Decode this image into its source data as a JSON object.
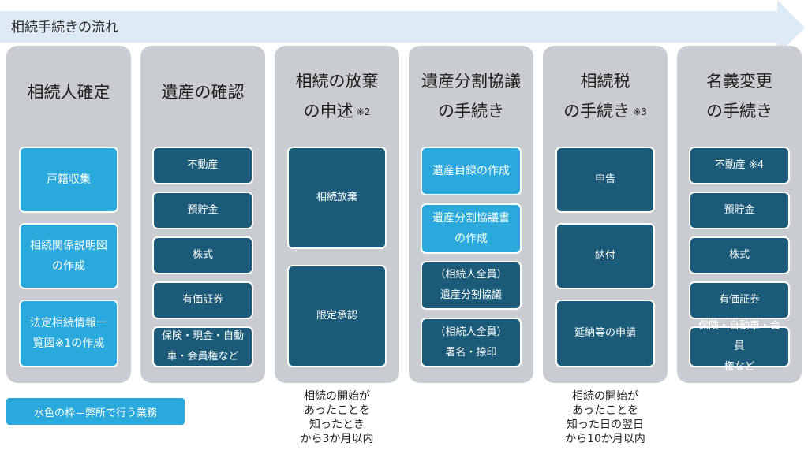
{
  "header": {
    "title": "相続手続きの流れ"
  },
  "legend": {
    "label": "水色の枠＝弊所で行う業務"
  },
  "columns": [
    {
      "title": "相続人確定",
      "note": "",
      "items": [
        {
          "label": "戸籍収集",
          "type": "office"
        },
        {
          "label": "相続関係説明図\nの作成",
          "type": "office"
        },
        {
          "label": "法定相続情報一\n覧図※1の作成",
          "type": "office"
        }
      ]
    },
    {
      "title": "遺産の確認",
      "note": "",
      "items": [
        {
          "label": "不動産",
          "type": "dark"
        },
        {
          "label": "預貯金",
          "type": "dark"
        },
        {
          "label": "株式",
          "type": "dark"
        },
        {
          "label": "有価証券",
          "type": "dark"
        },
        {
          "label": "保険・現金・自動\n車・会員権など",
          "type": "dark"
        }
      ]
    },
    {
      "title": "相続の放棄\nの申述",
      "note": "※2",
      "items": [
        {
          "label": "相続放棄",
          "type": "dark"
        },
        {
          "label": "限定承認",
          "type": "dark"
        }
      ]
    },
    {
      "title": "遺産分割協議\nの手続き",
      "note": "",
      "items": [
        {
          "label": "遺産目録の作成",
          "type": "office"
        },
        {
          "label": "遺産分割協議書\nの作成",
          "type": "office"
        },
        {
          "label": "（相続人全員）\n遺産分割協議",
          "type": "dark"
        },
        {
          "label": "（相続人全員）\n署名・捺印",
          "type": "dark"
        }
      ]
    },
    {
      "title": "相続税\nの手続き",
      "note": "※3",
      "items": [
        {
          "label": "申告",
          "type": "dark"
        },
        {
          "label": "納付",
          "type": "dark"
        },
        {
          "label": "延納等の申請",
          "type": "dark"
        }
      ]
    },
    {
      "title": "名義変更\nの手続き",
      "note": "",
      "items": [
        {
          "label": "不動産 ※4",
          "type": "dark"
        },
        {
          "label": "預貯金",
          "type": "dark"
        },
        {
          "label": "株式",
          "type": "dark"
        },
        {
          "label": "有価証券",
          "type": "dark"
        },
        {
          "label": "保険・自動車・会員\n権など",
          "type": "dark"
        }
      ]
    }
  ],
  "deadlines": {
    "renunciation": "相続の開始が\nあったことを\n知ったとき\nから3か月以内",
    "tax": "相続の開始が\nあったことを\n知った日の翌日\nから10か月以内"
  },
  "colors": {
    "office_box": "#29a9dc",
    "standard_box": "#1b5a78",
    "column_bg": "#c9ccd1",
    "arrow": "#dde9f5"
  }
}
